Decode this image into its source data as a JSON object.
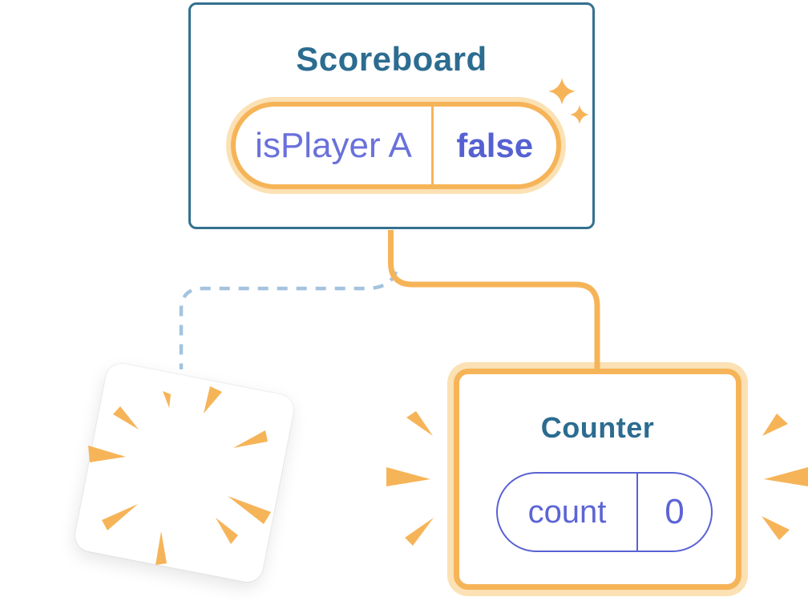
{
  "diagram": {
    "description": "React component tree state illustration",
    "nodes": [
      {
        "id": "scoreboard",
        "title": "Scoreboard",
        "state": {
          "key": "isPlayer A",
          "value": "false"
        },
        "highlight": "sparkles"
      },
      {
        "id": "counter",
        "title": "Counter",
        "state": {
          "key": "count",
          "value": "0"
        },
        "highlight": "emphasis-rays"
      },
      {
        "id": "destroyed",
        "title": "",
        "state": null,
        "highlight": "explosion-burst"
      }
    ],
    "connections": [
      {
        "from": "scoreboard",
        "to": "counter",
        "style": "solid",
        "color": "#F6B458"
      },
      {
        "from": "scoreboard",
        "to": "destroyed",
        "style": "dashed",
        "color": "#A5C3DE"
      }
    ]
  },
  "scoreboard": {
    "title": "Scoreboard",
    "state": {
      "key": "isPlayer A",
      "value": "false"
    }
  },
  "counter": {
    "title": "Counter",
    "state": {
      "key": "count",
      "value": "0"
    }
  },
  "colors": {
    "accent_orange": "#F6B458",
    "glow_orange": "#FBE1B4",
    "steel_blue_border": "#34708F",
    "title_blue": "#2C6C90",
    "state_purple": "#5C64D6",
    "state_purple_bold": "#5560D2",
    "pill_purple_border": "#5A62D4",
    "dashed_blue": "#A5C3DE",
    "card_white": "#FFFFFF"
  },
  "icons": {
    "sparkle_large": "sparkle-icon",
    "sparkle_small": "sparkle-icon",
    "explosion_burst": "explosion-burst-icon",
    "emphasis_left": "emphasis-rays-icon",
    "emphasis_right": "emphasis-rays-icon"
  }
}
